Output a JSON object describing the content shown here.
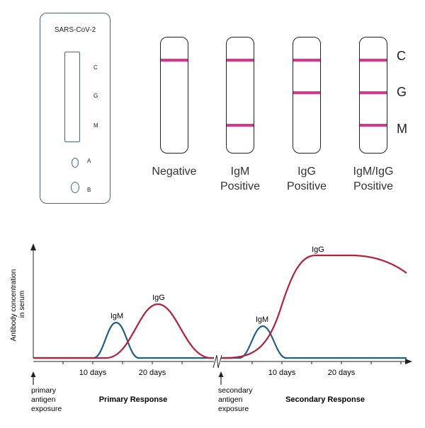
{
  "cassette": {
    "title": "SARS-CoV-2",
    "marks": {
      "c": "C",
      "g": "G",
      "m": "M"
    },
    "wells": {
      "a": "A",
      "b": "B"
    }
  },
  "strips": {
    "band_color": "#e0338a",
    "results": [
      {
        "line1": "Negative",
        "line2": "",
        "bands": [
          "C"
        ]
      },
      {
        "line1": "IgM",
        "line2": "Positive",
        "bands": [
          "C",
          "M"
        ]
      },
      {
        "line1": "IgG",
        "line2": "Positive",
        "bands": [
          "C",
          "G"
        ]
      },
      {
        "line1": "IgM/IgG",
        "line2": "Positive",
        "bands": [
          "C",
          "G",
          "M"
        ]
      }
    ],
    "line_labels": {
      "c": "C",
      "g": "G",
      "m": "M"
    }
  },
  "graph": {
    "y_axis_label_line1": "Antibody concentration",
    "y_axis_label_line2": "in serum",
    "colors": {
      "igm": "#1f5f8b",
      "igg": "#b5203a"
    },
    "primary": {
      "igm_label": "IgM",
      "igg_label": "IgG",
      "tick_10": "10 days",
      "tick_20": "20 days",
      "exposure_line1": "primary",
      "exposure_line2": "antigen",
      "exposure_line3": "exposure",
      "response_label": "Primary Response"
    },
    "secondary": {
      "igm_label": "IgM",
      "igg_label": "IgG",
      "tick_10": "10 days",
      "tick_20": "20 days",
      "exposure_line1": "secondary",
      "exposure_line2": "antigen",
      "exposure_line3": "exposure",
      "response_label": "Secondary Response"
    }
  }
}
